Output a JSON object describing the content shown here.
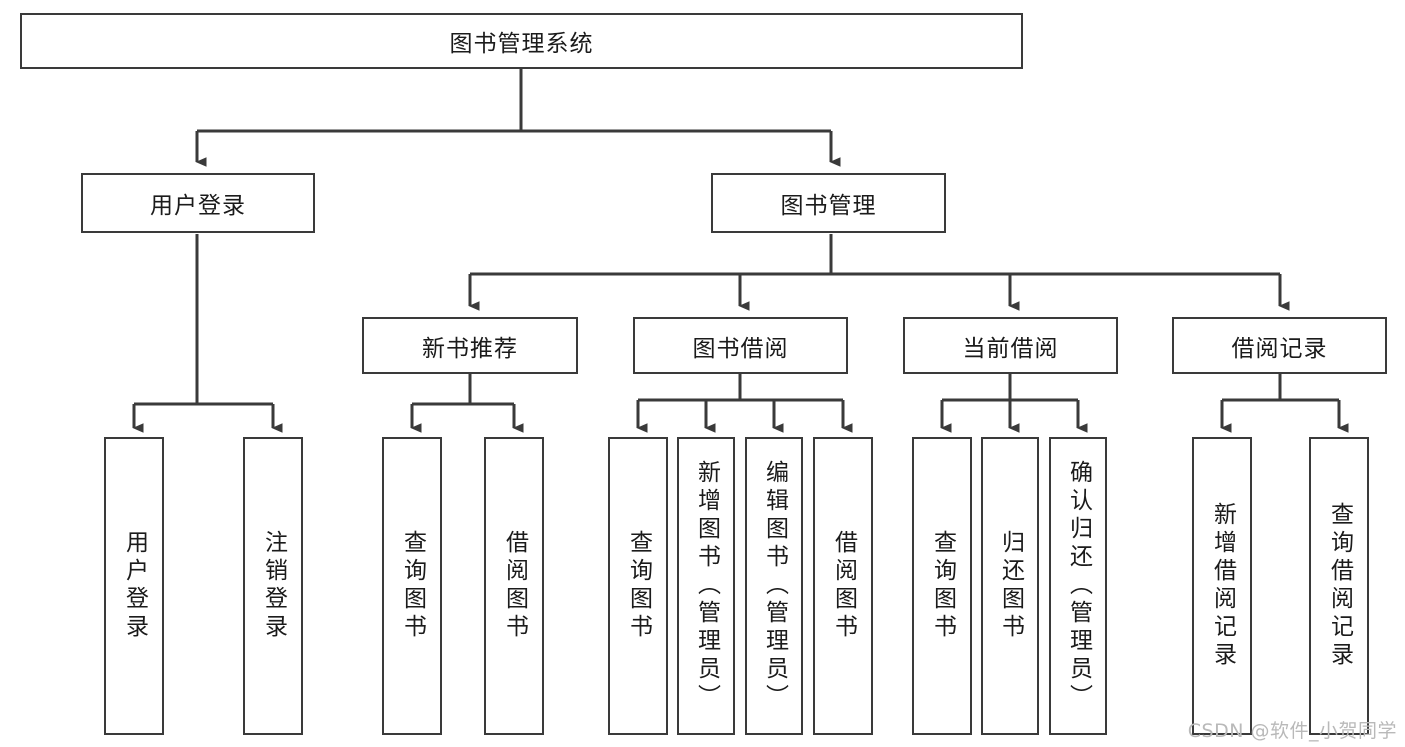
{
  "diagram": {
    "title": "图书管理系统",
    "type": "tree-hierarchy-diagram",
    "colors": {
      "box_border": "#3a3a3a",
      "box_fill": "#ffffff",
      "edge": "#3a3a3a",
      "text": "#1b1b1b",
      "watermark": "#b9b9b9",
      "background": "#ffffff"
    }
  },
  "watermark": {
    "text": "CSDN @软件_小贺同学"
  },
  "nodes": {
    "root": {
      "label": "图书管理系统",
      "orientation": "horizontal",
      "level": 1
    },
    "l2": [
      {
        "id": "user-login",
        "label": "用户登录",
        "orientation": "horizontal",
        "level": 2
      },
      {
        "id": "book-manage",
        "label": "图书管理",
        "orientation": "horizontal",
        "level": 2
      }
    ],
    "l3": [
      {
        "id": "new-book-recommend",
        "label": "新书推荐",
        "orientation": "horizontal",
        "level": 3
      },
      {
        "id": "book-borrow",
        "label": "图书借阅",
        "orientation": "horizontal",
        "level": 3
      },
      {
        "id": "current-borrow",
        "label": "当前借阅",
        "orientation": "horizontal",
        "level": 3
      },
      {
        "id": "borrow-record",
        "label": "借阅记录",
        "orientation": "horizontal",
        "level": 3
      }
    ],
    "leaves": [
      {
        "id": "leaf-user-login",
        "label": "用户登录",
        "parent": "user-login",
        "orientation": "vertical"
      },
      {
        "id": "leaf-user-logout",
        "label": "注销登录",
        "parent": "user-login",
        "orientation": "vertical"
      },
      {
        "id": "leaf-query-book-1",
        "label": "查询图书",
        "parent": "new-book-recommend",
        "orientation": "vertical"
      },
      {
        "id": "leaf-borrow-book-1",
        "label": "借阅图书",
        "parent": "new-book-recommend",
        "orientation": "vertical"
      },
      {
        "id": "leaf-query-book-2",
        "label": "查询图书",
        "parent": "book-borrow",
        "orientation": "vertical"
      },
      {
        "id": "leaf-add-book",
        "label": "新增图书（管理员）",
        "parent": "book-borrow",
        "orientation": "vertical"
      },
      {
        "id": "leaf-edit-book",
        "label": "编辑图书（管理员）",
        "parent": "book-borrow",
        "orientation": "vertical"
      },
      {
        "id": "leaf-borrow-book-2",
        "label": "借阅图书",
        "parent": "book-borrow",
        "orientation": "vertical"
      },
      {
        "id": "leaf-query-book-3",
        "label": "查询图书",
        "parent": "current-borrow",
        "orientation": "vertical"
      },
      {
        "id": "leaf-return-book",
        "label": "归还图书",
        "parent": "current-borrow",
        "orientation": "vertical"
      },
      {
        "id": "leaf-confirm-return",
        "label": "确认归还（管理员）",
        "parent": "current-borrow",
        "orientation": "vertical"
      },
      {
        "id": "leaf-add-record",
        "label": "新增借阅记录",
        "parent": "borrow-record",
        "orientation": "vertical"
      },
      {
        "id": "leaf-query-record",
        "label": "查询借阅记录",
        "parent": "borrow-record",
        "orientation": "vertical"
      }
    ]
  }
}
